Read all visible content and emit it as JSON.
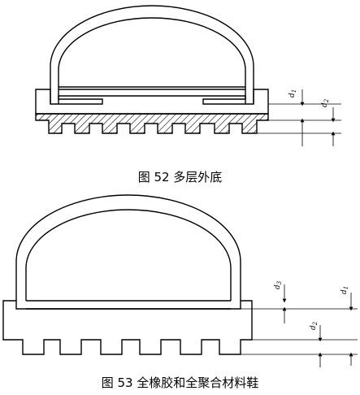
{
  "figure52": {
    "caption": "图 52   多层外底",
    "labels": {
      "d1": "d",
      "d1_sub": "1",
      "d2": "d",
      "d2_sub": "2"
    }
  },
  "figure53": {
    "caption": "图 53   全橡胶和全聚合材料鞋",
    "labels": {
      "d1": "d",
      "d1_sub": "1",
      "d2": "d",
      "d2_sub": "2",
      "d3": "d",
      "d3_sub": "3"
    }
  }
}
